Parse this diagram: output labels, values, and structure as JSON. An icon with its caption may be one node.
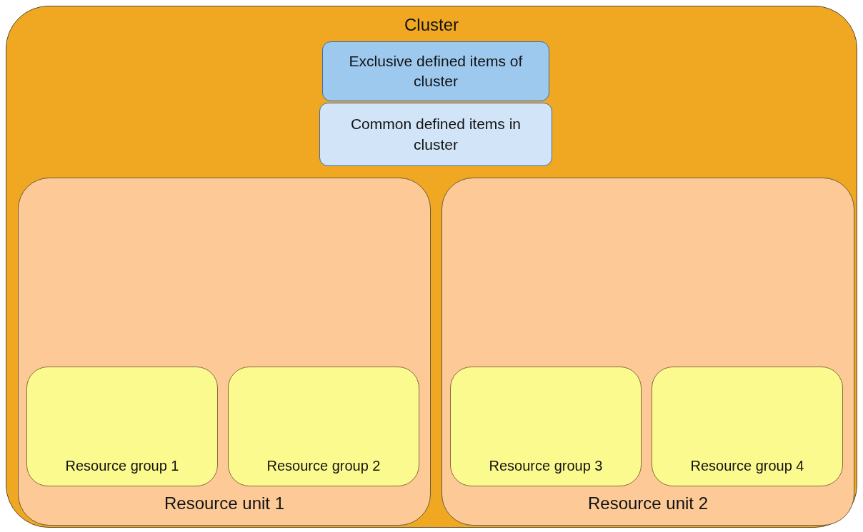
{
  "diagram": {
    "nodes": [
      {
        "text": [
          "Cluster"
        ]
      },
      {
        "text": [
          "Exclusive defined items of cluster"
        ],
        "in": 0
      },
      {
        "text": [
          "Common defined items in cluster"
        ],
        "in": 0
      },
      {
        "text": [
          "Resource unit 1"
        ],
        "in": 0
      },
      {
        "text": [
          "Resource group 1"
        ],
        "in": 3
      },
      {
        "text": [
          "Resource group 2"
        ],
        "in": 3
      },
      {
        "text": [
          "Resource unit 2"
        ],
        "in": 0
      },
      {
        "text": [
          "Resource group 3"
        ],
        "in": 6
      },
      {
        "text": [
          "Resource group 4"
        ],
        "in": 6
      }
    ]
  }
}
